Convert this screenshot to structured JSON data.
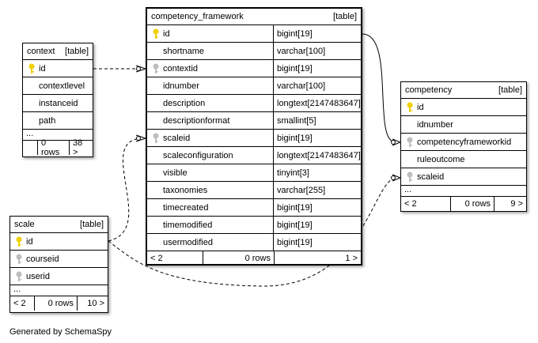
{
  "tables": {
    "competency_framework": {
      "name": "competency_framework",
      "tag": "[table]",
      "columns": [
        {
          "name": "id",
          "type": "bigint[19]",
          "key": "primary"
        },
        {
          "name": "shortname",
          "type": "varchar[100]",
          "key": "none"
        },
        {
          "name": "contextid",
          "type": "bigint[19]",
          "key": "foreign"
        },
        {
          "name": "idnumber",
          "type": "varchar[100]",
          "key": "none"
        },
        {
          "name": "description",
          "type": "longtext[2147483647]",
          "key": "none"
        },
        {
          "name": "descriptionformat",
          "type": "smallint[5]",
          "key": "none"
        },
        {
          "name": "scaleid",
          "type": "bigint[19]",
          "key": "foreign"
        },
        {
          "name": "scaleconfiguration",
          "type": "longtext[2147483647]",
          "key": "none"
        },
        {
          "name": "visible",
          "type": "tinyint[3]",
          "key": "none"
        },
        {
          "name": "taxonomies",
          "type": "varchar[255]",
          "key": "none"
        },
        {
          "name": "timecreated",
          "type": "bigint[19]",
          "key": "none"
        },
        {
          "name": "timemodified",
          "type": "bigint[19]",
          "key": "none"
        },
        {
          "name": "usermodified",
          "type": "bigint[19]",
          "key": "none"
        }
      ],
      "footer": {
        "parents": "< 2",
        "rows": "0 rows",
        "children": "1 >"
      }
    },
    "context": {
      "name": "context",
      "tag": "[table]",
      "columns": [
        {
          "name": "id",
          "key": "primary"
        },
        {
          "name": "contextlevel",
          "key": "none"
        },
        {
          "name": "instanceid",
          "key": "none"
        },
        {
          "name": "path",
          "key": "none"
        }
      ],
      "more": "...",
      "footer": {
        "parents": "",
        "rows": "0 rows",
        "children": "38 >"
      }
    },
    "competency": {
      "name": "competency",
      "tag": "[table]",
      "columns": [
        {
          "name": "id",
          "key": "primary"
        },
        {
          "name": "idnumber",
          "key": "none"
        },
        {
          "name": "competencyframeworkid",
          "key": "foreign"
        },
        {
          "name": "ruleoutcome",
          "key": "none"
        },
        {
          "name": "scaleid",
          "key": "foreign"
        }
      ],
      "more": "...",
      "footer": {
        "parents": "< 2",
        "rows": "0 rows",
        "children": "9 >"
      }
    },
    "scale": {
      "name": "scale",
      "tag": "[table]",
      "columns": [
        {
          "name": "id",
          "key": "primary"
        },
        {
          "name": "courseid",
          "key": "foreign"
        },
        {
          "name": "userid",
          "key": "foreign"
        }
      ],
      "more": "...",
      "footer": {
        "parents": "< 2",
        "rows": "0 rows",
        "children": "10 >"
      }
    }
  },
  "colors": {
    "primary_key": "#f0d000",
    "foreign_key": "#bdbdbd",
    "line": "#000000"
  },
  "credit": "Generated by SchemaSpy"
}
